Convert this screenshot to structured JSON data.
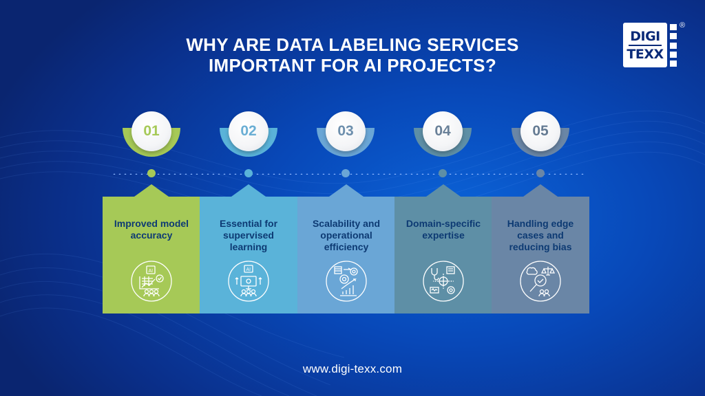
{
  "title": {
    "line1": "WHY ARE DATA LABELING SERVICES",
    "line2": "IMPORTANT FOR AI PROJECTS?"
  },
  "logo": {
    "line1": "DIGI",
    "line2": "TEXX",
    "registered": "®"
  },
  "colors": {
    "background": "#0848b8",
    "title_text": "#ffffff",
    "card_text": "#0d3a73"
  },
  "steps": [
    {
      "number": "01",
      "label": "Improved model accuracy",
      "lines": [
        "Improved model",
        "accuracy"
      ],
      "color": "#a6c957",
      "number_color": "#a6c957",
      "icon": "ai-chart-accuracy-icon"
    },
    {
      "number": "02",
      "label": "Essential for supervised learning",
      "lines": [
        "Essential for",
        "supervised",
        "learning"
      ],
      "color": "#5ab3d9",
      "number_color": "#6aaed4",
      "icon": "ai-supervised-learning-icon"
    },
    {
      "number": "03",
      "label": "Scalability and operational efficiency",
      "lines": [
        "Scalability and",
        "operational",
        "efficiency"
      ],
      "color": "#6aa6d6",
      "number_color": "#6d8fad",
      "icon": "scalability-gears-growth-icon"
    },
    {
      "number": "04",
      "label": "Domain-specific expertise",
      "lines": [
        "Domain-specific",
        "expertise"
      ],
      "color": "#5e8fa6",
      "number_color": "#6a8199",
      "icon": "domain-expertise-brain-icon"
    },
    {
      "number": "05",
      "label": "Handling edge cases and reducing bias",
      "lines": [
        "Handling edge",
        "cases and",
        "reducing bias"
      ],
      "color": "#6a86a6",
      "number_color": "#657b93",
      "icon": "bias-magnifier-scale-icon"
    }
  ],
  "footer": {
    "url": "www.digi-texx.com"
  }
}
